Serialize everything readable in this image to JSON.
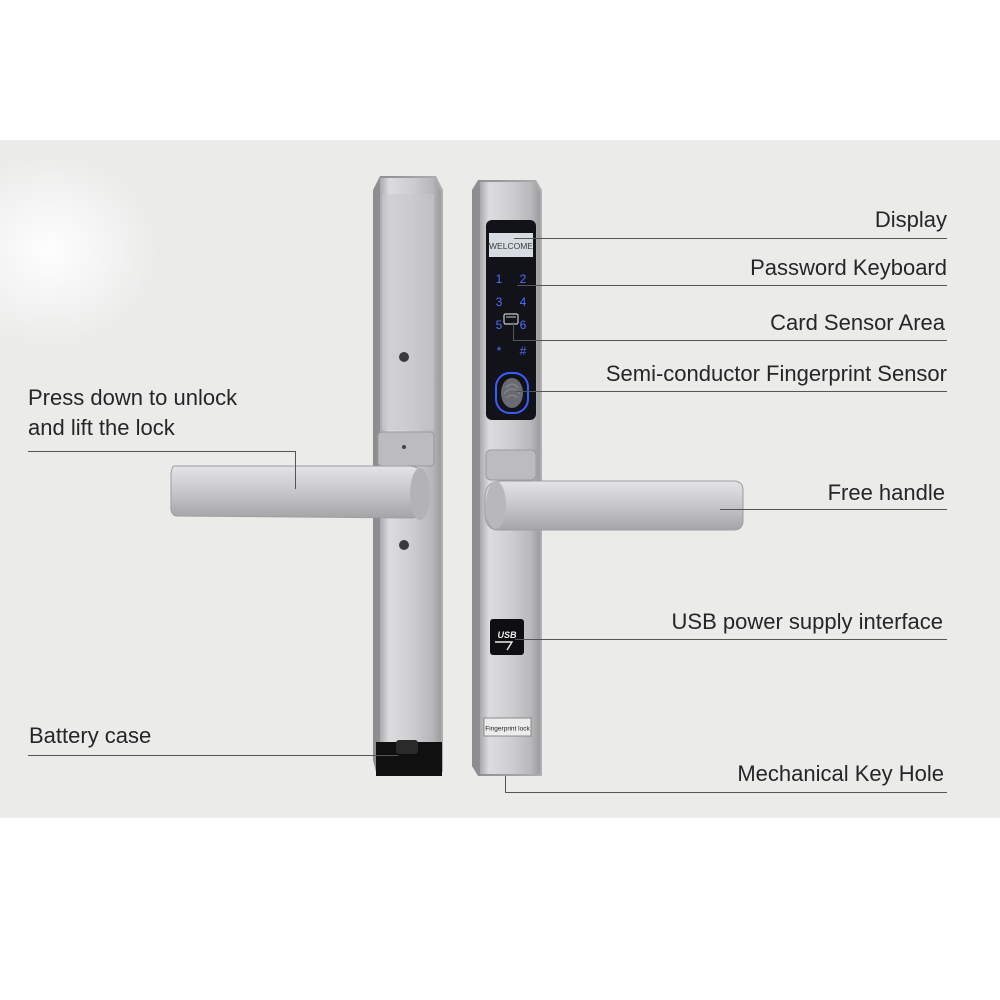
{
  "labels": {
    "display": "Display",
    "password_keyboard": "Password Keyboard",
    "card_sensor_area": "Card Sensor Area",
    "fingerprint_sensor": "Semi-conductor Fingerprint Sensor",
    "free_handle": "Free handle",
    "usb_interface": "USB power supply interface",
    "mechanical_key_hole": "Mechanical Key Hole",
    "press_down_line1": "Press down to unlock",
    "press_down_line2": "and lift the lock",
    "battery_case": "Battery case"
  },
  "device_text": {
    "screen": "WELCOME",
    "keys": [
      "1",
      "2",
      "3",
      "4",
      "5",
      "6",
      "*",
      "#"
    ],
    "usb_logo": "USB",
    "brand_plate": "Fingerprint lock"
  },
  "colors": {
    "background": "#ebebea",
    "steel": "#c4c4c6",
    "panel_black": "#121318",
    "key_glow": "#3b5cff",
    "line": "#555555"
  }
}
